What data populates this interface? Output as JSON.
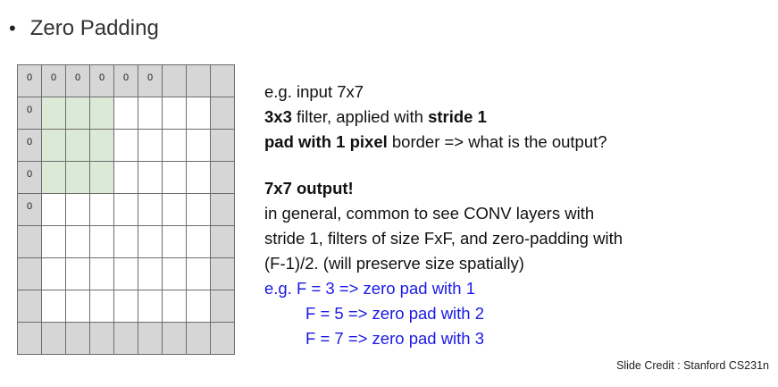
{
  "slide": {
    "bullet": "•",
    "title": "Zero Padding"
  },
  "grid": {
    "rows": 9,
    "cols": 9,
    "zero_label": "0",
    "zeros_top_row_count": 6,
    "zeros_left_col_count": 5,
    "filter_highlight": {
      "rows": 3,
      "cols": 3
    },
    "colors": {
      "border": "#d6d6d6",
      "filter": "#dbead6",
      "interior": "#ffffff"
    }
  },
  "text": {
    "l1": "e.g. input 7x7",
    "l2_bold": "3x3",
    "l2_a": " filter, applied with ",
    "l2_bold2": "stride 1",
    "l3_bold": "pad with 1 pixel",
    "l3_rest": " border => what is the output?",
    "l4_bold": "7x7 output!",
    "l5": "in general, common to see CONV layers with",
    "l6": "stride 1, filters of size FxF, and zero-padding with",
    "l7": "(F-1)/2. (will preserve size spatially)",
    "l8": "e.g. F = 3 => zero pad with 1",
    "l9": "F = 5 => zero pad with 2",
    "l10": "F = 7 => zero pad with 3"
  },
  "credit": "Slide Credit : Stanford CS231n",
  "colors": {
    "blue_text": "#1a1ae6"
  }
}
